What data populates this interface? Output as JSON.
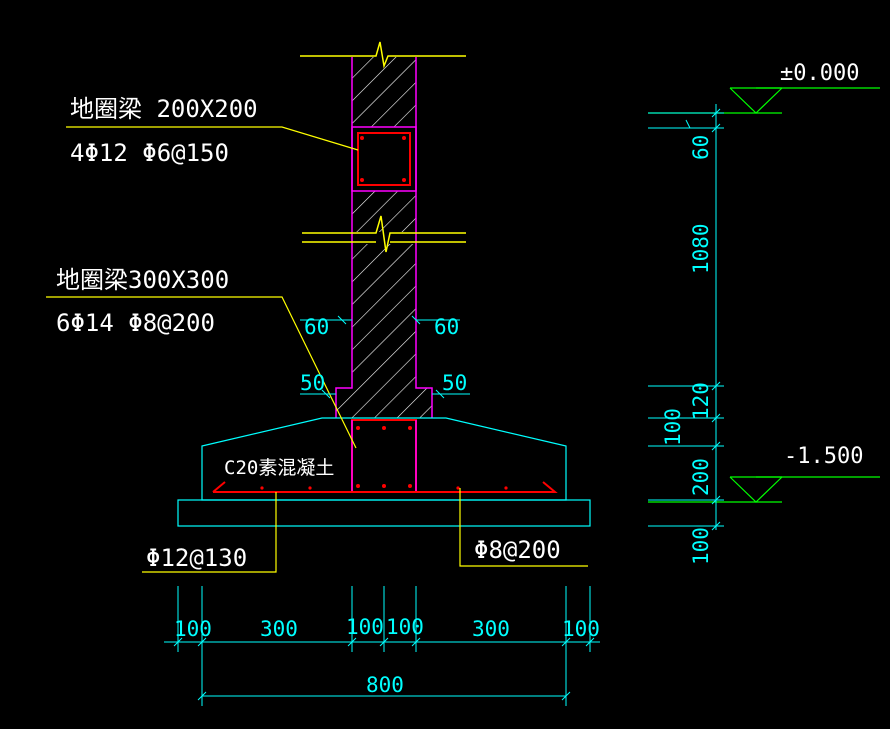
{
  "colors": {
    "background": "#000000",
    "column_outline": "#ff00ff",
    "rebar": "#ff0000",
    "leader": "#ffff00",
    "dimension": "#00ffff",
    "hatch": "#ffffff",
    "elevation_line": "#00ff00",
    "concrete_outline": "#00ffff"
  },
  "labels": {
    "beam1_title": "地圈梁 200X200",
    "beam1_rebar": "4Φ12  Φ6@150",
    "beam2_title": "地圈梁300X300",
    "beam2_rebar": "6Φ14  Φ8@200",
    "concrete": "C20素混凝土",
    "rebar_left": "Φ12@130",
    "rebar_right": "Φ8@200"
  },
  "elevations": {
    "top": "±0.000",
    "bottom": "-1.500"
  },
  "dimensions": {
    "offset_left": "60",
    "offset_right": "60",
    "step_left": "50",
    "step_right": "50",
    "horizontal_segments": [
      "100",
      "300",
      "100",
      "100",
      "300",
      "100"
    ],
    "horizontal_total": "800",
    "vertical_segments": [
      "60",
      "1080",
      "120",
      "100",
      "200",
      "100"
    ]
  }
}
